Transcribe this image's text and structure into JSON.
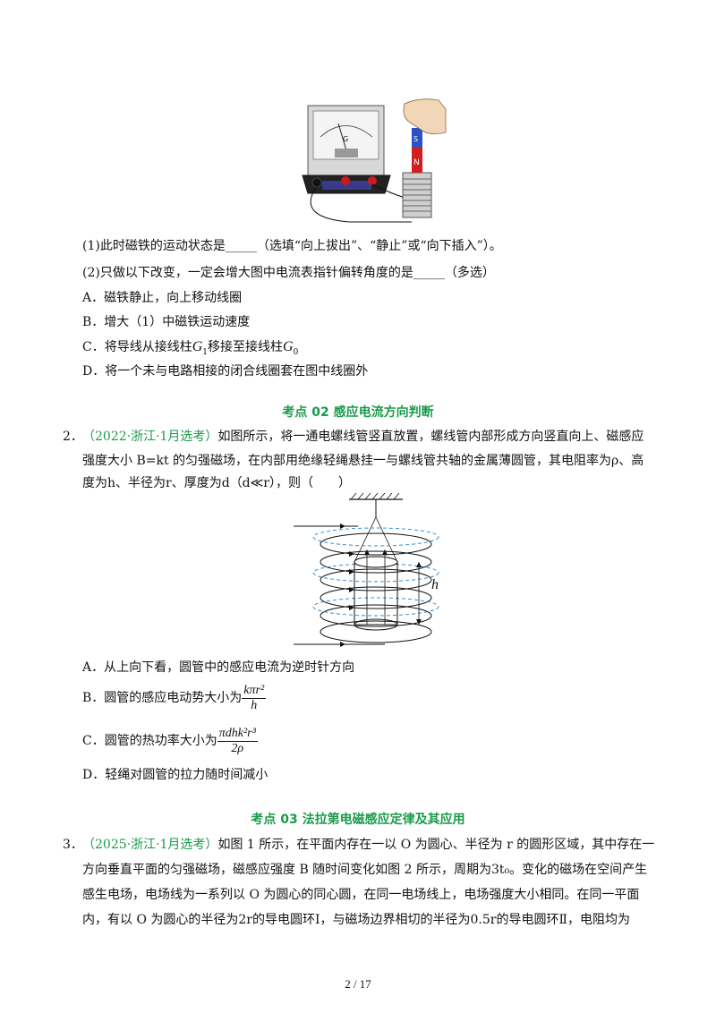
{
  "figure1": {
    "meter_letter": "G",
    "magnet_s": "S",
    "magnet_n": "N"
  },
  "q1": {
    "part1": "(1)此时磁铁的运动状态是_____（选填“向上拔出”、“静止”或“向下插入”）。",
    "part2": "(2)只做以下改变，一定会增大图中电流表指针偏转角度的是_____（多选）",
    "optA": "A．磁铁静止，向上移动线圈",
    "optB": "B．增大（1）中磁铁运动速度",
    "optC_prefix": "C．将导线从接线柱",
    "optC_g1": "G",
    "optC_g1_sub": "1",
    "optC_mid": "移接至接线柱",
    "optC_g0": "G",
    "optC_g0_sub": "0",
    "optD": "D．将一个未与电路相接的闭合线圈套在图中线圈外"
  },
  "section2": {
    "title": "考点 02  感应电流方向判断"
  },
  "q2": {
    "number": "2．",
    "source": "（2022·浙江·1月选考）",
    "line1": "如图所示，将一通电螺线管竖直放置，螺线管内部形成方向竖直向上、磁感应",
    "line2": "强度大小 B=kt 的匀强磁场，在内部用绝缘轻绳悬挂一与螺线管共轴的金属薄圆管，其电阻率为ρ、高",
    "line3": "度为h、半径为r、厚度为d（d≪r），则（　　）",
    "figure_label_h": "h",
    "optA": "A．从上向下看，圆管中的感应电流为逆时针方向",
    "optB_prefix": "B．圆管的感应电动势大小为",
    "optB_num": "kπr²",
    "optB_den": "h",
    "optC_prefix": "C．圆管的热功率大小为",
    "optC_num": "πdhk²r³",
    "optC_den": "2ρ",
    "optD": "D．轻绳对圆管的拉力随时间减小"
  },
  "section3": {
    "title": "考点 03  法拉第电磁感应定律及其应用"
  },
  "q3": {
    "number": "3．",
    "source": "（2025·浙江·1月选考）",
    "line1": "如图 1 所示，在平面内存在一以 O 为圆心、半径为 r 的圆形区域，其中存在一",
    "line2": "方向垂直平面的匀强磁场，磁感应强度 B 随时间变化如图 2 所示，周期为3t₀。变化的磁场在空间产生",
    "line3": "感生电场，电场线为一系列以 O 为圆心的同心圆，在同一电场线上，电场强度大小相同。在同一平面",
    "line4": "内，有以 O 为圆心的半径为2r的导电圆环Ⅰ，与磁场边界相切的半径为0.5r的导电圆环Ⅱ，电阻均为"
  },
  "footer": {
    "page": "2 / 17"
  }
}
